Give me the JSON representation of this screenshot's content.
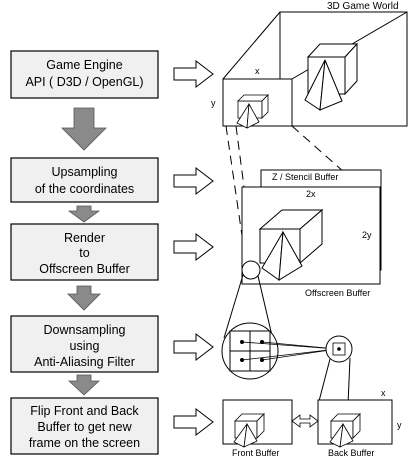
{
  "steps": [
    {
      "line1": "Game Engine",
      "line2": "API  ( D3D / OpenGL)",
      "line3": ""
    },
    {
      "line1": "Upsampling",
      "line2": "of the coordinates",
      "line3": ""
    },
    {
      "line1": "Render",
      "line2": "to",
      "line3": "Offscreen Buffer"
    },
    {
      "line1": "Downsampling",
      "line2": "using",
      "line3": "Anti-Aliasing Filter"
    },
    {
      "line1": "Flip Front and Back",
      "line2": "Buffer to get new",
      "line3": "frame on the screen"
    }
  ],
  "labels": {
    "world": "3D Game World",
    "x": "x",
    "y": "y",
    "zstencil": "Z / Stencil Buffer",
    "two_x": "2x",
    "two_y": "2y",
    "offscreen": "Offscreen Buffer",
    "front": "Front Buffer",
    "back": "Back Buffer",
    "back_x": "x",
    "back_y": "y"
  },
  "colors": {
    "step_fill": "#f0f0f0",
    "arrow_down": "#8a8a8a",
    "stroke": "#000000"
  }
}
